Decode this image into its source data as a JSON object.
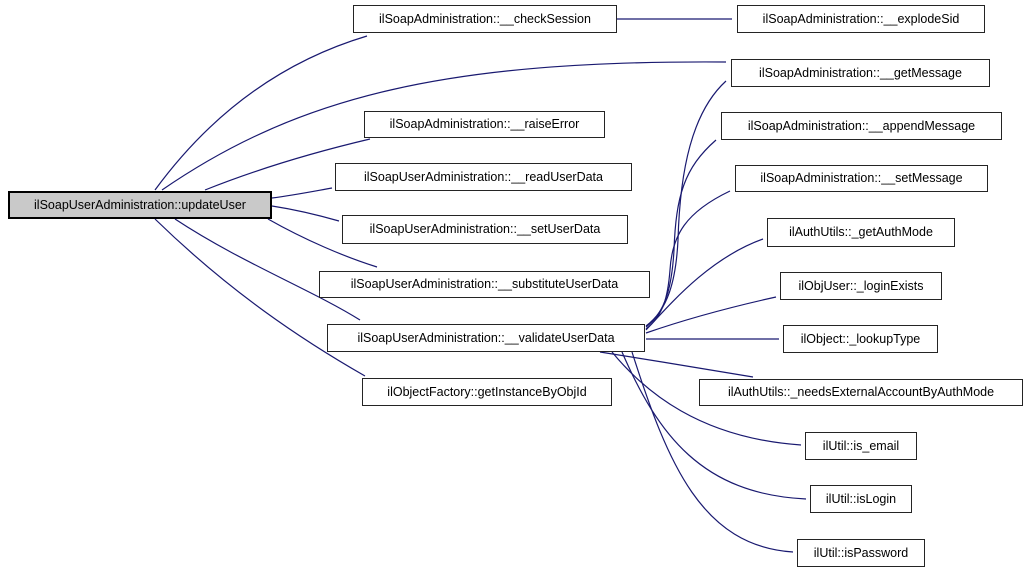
{
  "diagram": {
    "type": "call-graph",
    "edge_color": "#191970",
    "node_fill": "#ffffff",
    "node_border_color": "#242424",
    "highlight_fill": "#c9c9c9",
    "nodes": [
      {
        "id": "updateUser",
        "label": "ilSoapUserAdministration::updateUser",
        "highlighted": true
      },
      {
        "id": "checkSession",
        "label": "ilSoapAdministration::__checkSession",
        "highlighted": false
      },
      {
        "id": "explodeSid",
        "label": "ilSoapAdministration::__explodeSid",
        "highlighted": false
      },
      {
        "id": "getMessage",
        "label": "ilSoapAdministration::__getMessage",
        "highlighted": false
      },
      {
        "id": "appendMessage",
        "label": "ilSoapAdministration::__appendMessage",
        "highlighted": false
      },
      {
        "id": "setMessage",
        "label": "ilSoapAdministration::__setMessage",
        "highlighted": false
      },
      {
        "id": "raiseError",
        "label": "ilSoapAdministration::__raiseError",
        "highlighted": false
      },
      {
        "id": "readUserData",
        "label": "ilSoapUserAdministration::__readUserData",
        "highlighted": false
      },
      {
        "id": "setUserData",
        "label": "ilSoapUserAdministration::__setUserData",
        "highlighted": false
      },
      {
        "id": "substituteUserData",
        "label": "ilSoapUserAdministration::__substituteUserData",
        "highlighted": false
      },
      {
        "id": "validateUserData",
        "label": "ilSoapUserAdministration::__validateUserData",
        "highlighted": false
      },
      {
        "id": "getInstanceByObjId",
        "label": "ilObjectFactory::getInstanceByObjId",
        "highlighted": false
      },
      {
        "id": "getAuthMode",
        "label": "ilAuthUtils::_getAuthMode",
        "highlighted": false
      },
      {
        "id": "loginExists",
        "label": "ilObjUser::_loginExists",
        "highlighted": false
      },
      {
        "id": "lookupType",
        "label": "ilObject::_lookupType",
        "highlighted": false
      },
      {
        "id": "needsExternalAccountByAuthMode",
        "label": "ilAuthUtils::_needsExternalAccountByAuthMode",
        "highlighted": false
      },
      {
        "id": "is_email",
        "label": "ilUtil::is_email",
        "highlighted": false
      },
      {
        "id": "isLogin",
        "label": "ilUtil::isLogin",
        "highlighted": false
      },
      {
        "id": "isPassword",
        "label": "ilUtil::isPassword",
        "highlighted": false
      }
    ],
    "edges": [
      {
        "from": "updateUser",
        "to": "checkSession"
      },
      {
        "from": "updateUser",
        "to": "getMessage"
      },
      {
        "from": "updateUser",
        "to": "raiseError"
      },
      {
        "from": "updateUser",
        "to": "readUserData"
      },
      {
        "from": "updateUser",
        "to": "setUserData"
      },
      {
        "from": "updateUser",
        "to": "substituteUserData"
      },
      {
        "from": "updateUser",
        "to": "validateUserData"
      },
      {
        "from": "updateUser",
        "to": "getInstanceByObjId"
      },
      {
        "from": "checkSession",
        "to": "explodeSid"
      },
      {
        "from": "validateUserData",
        "to": "getMessage"
      },
      {
        "from": "validateUserData",
        "to": "appendMessage"
      },
      {
        "from": "validateUserData",
        "to": "setMessage"
      },
      {
        "from": "validateUserData",
        "to": "getAuthMode"
      },
      {
        "from": "validateUserData",
        "to": "loginExists"
      },
      {
        "from": "validateUserData",
        "to": "lookupType"
      },
      {
        "from": "validateUserData",
        "to": "needsExternalAccountByAuthMode"
      },
      {
        "from": "validateUserData",
        "to": "is_email"
      },
      {
        "from": "validateUserData",
        "to": "isLogin"
      },
      {
        "from": "validateUserData",
        "to": "isPassword"
      }
    ]
  }
}
